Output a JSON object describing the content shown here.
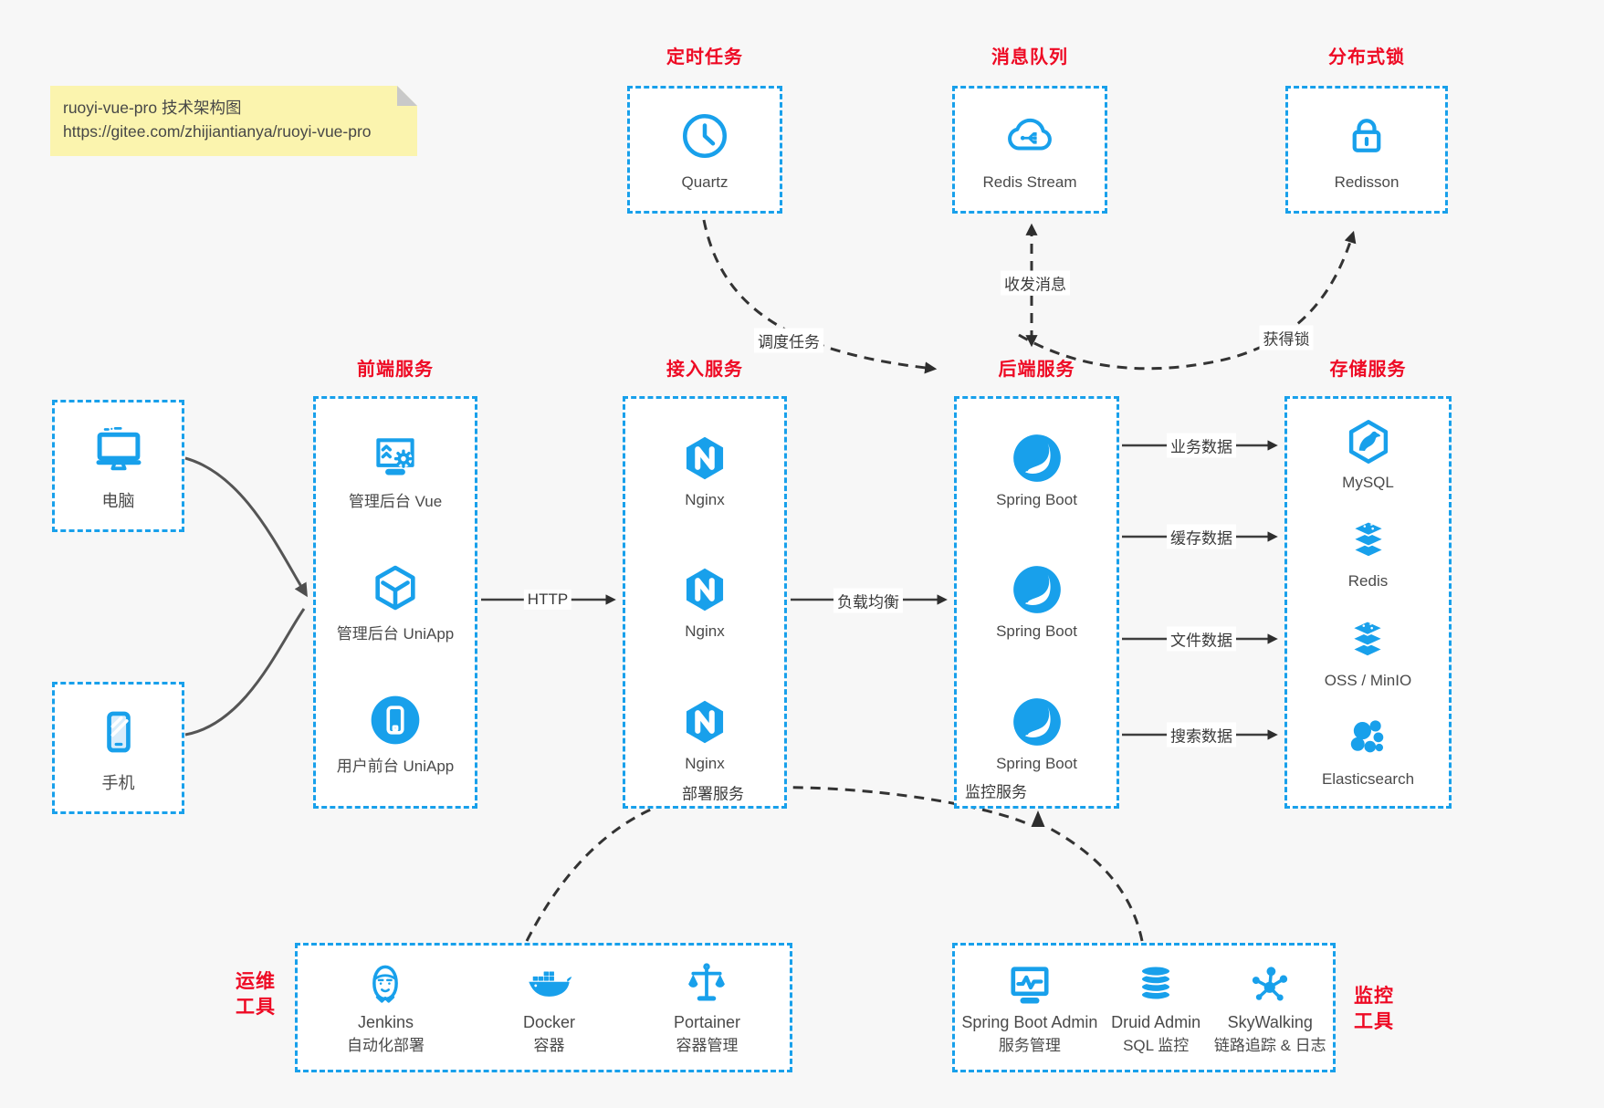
{
  "colors": {
    "blue": "#18a0eb",
    "red": "#ee0a24",
    "ink": "#4a4a4a",
    "note-bg": "#fbf4ae",
    "canvas-bg": "#f7f7f7"
  },
  "note": {
    "line1": "ruoyi-vue-pro 技术架构图",
    "line2": "https://gitee.com/zhijiantianya/ruoyi-vue-pro"
  },
  "top_groups": [
    {
      "title": "定时任务",
      "icon": "clock-icon",
      "label": "Quartz"
    },
    {
      "title": "消息队列",
      "icon": "cloud-stream-icon",
      "label": "Redis Stream"
    },
    {
      "title": "分布式锁",
      "icon": "lock-icon",
      "label": "Redisson"
    }
  ],
  "clients": [
    {
      "icon": "desktop-icon",
      "label": "电脑"
    },
    {
      "icon": "smartphone-icon",
      "label": "手机"
    }
  ],
  "columns": [
    {
      "title": "前端服务",
      "items": [
        {
          "icon": "admin-vue-icon",
          "label": "管理后台 Vue"
        },
        {
          "icon": "uniapp-cube-icon",
          "label": "管理后台 UniApp"
        },
        {
          "icon": "user-app-icon",
          "label": "用户前台 UniApp"
        }
      ]
    },
    {
      "title": "接入服务",
      "items": [
        {
          "icon": "nginx-icon",
          "label": "Nginx"
        },
        {
          "icon": "nginx-icon",
          "label": "Nginx"
        },
        {
          "icon": "nginx-icon",
          "label": "Nginx"
        }
      ]
    },
    {
      "title": "后端服务",
      "items": [
        {
          "icon": "spring-boot-icon",
          "label": "Spring Boot"
        },
        {
          "icon": "spring-boot-icon",
          "label": "Spring Boot"
        },
        {
          "icon": "spring-boot-icon",
          "label": "Spring Boot"
        }
      ]
    },
    {
      "title": "存储服务",
      "items": [
        {
          "icon": "mysql-icon",
          "label": "MySQL"
        },
        {
          "icon": "redis-icon",
          "label": "Redis"
        },
        {
          "icon": "oss-minio-icon",
          "label": "OSS / MinIO"
        },
        {
          "icon": "elasticsearch-icon",
          "label": "Elasticsearch"
        }
      ]
    }
  ],
  "bottom_groups": [
    {
      "side_label": [
        "运维",
        "工具"
      ],
      "items": [
        {
          "icon": "jenkins-icon",
          "name": "Jenkins",
          "desc": "自动化部署"
        },
        {
          "icon": "docker-icon",
          "name": "Docker",
          "desc": "容器"
        },
        {
          "icon": "portainer-icon",
          "name": "Portainer",
          "desc": "容器管理"
        }
      ]
    },
    {
      "side_label": [
        "监控",
        "工具"
      ],
      "items": [
        {
          "icon": "spring-boot-admin-icon",
          "name": "Spring Boot Admin",
          "desc": "服务管理"
        },
        {
          "icon": "druid-icon",
          "name": "Druid Admin",
          "desc": "SQL 监控"
        },
        {
          "icon": "skywalking-icon",
          "name": "SkyWalking",
          "desc": "链路追踪 & 日志"
        }
      ]
    }
  ],
  "edges": {
    "http": "HTTP",
    "load_balance": "负载均衡",
    "schedule": "调度任务",
    "messages": "收发消息",
    "acquire_lock": "获得锁",
    "business_data": "业务数据",
    "cache_data": "缓存数据",
    "file_data": "文件数据",
    "search_data": "搜索数据",
    "deploy": "部署服务",
    "monitor": "监控服务"
  }
}
